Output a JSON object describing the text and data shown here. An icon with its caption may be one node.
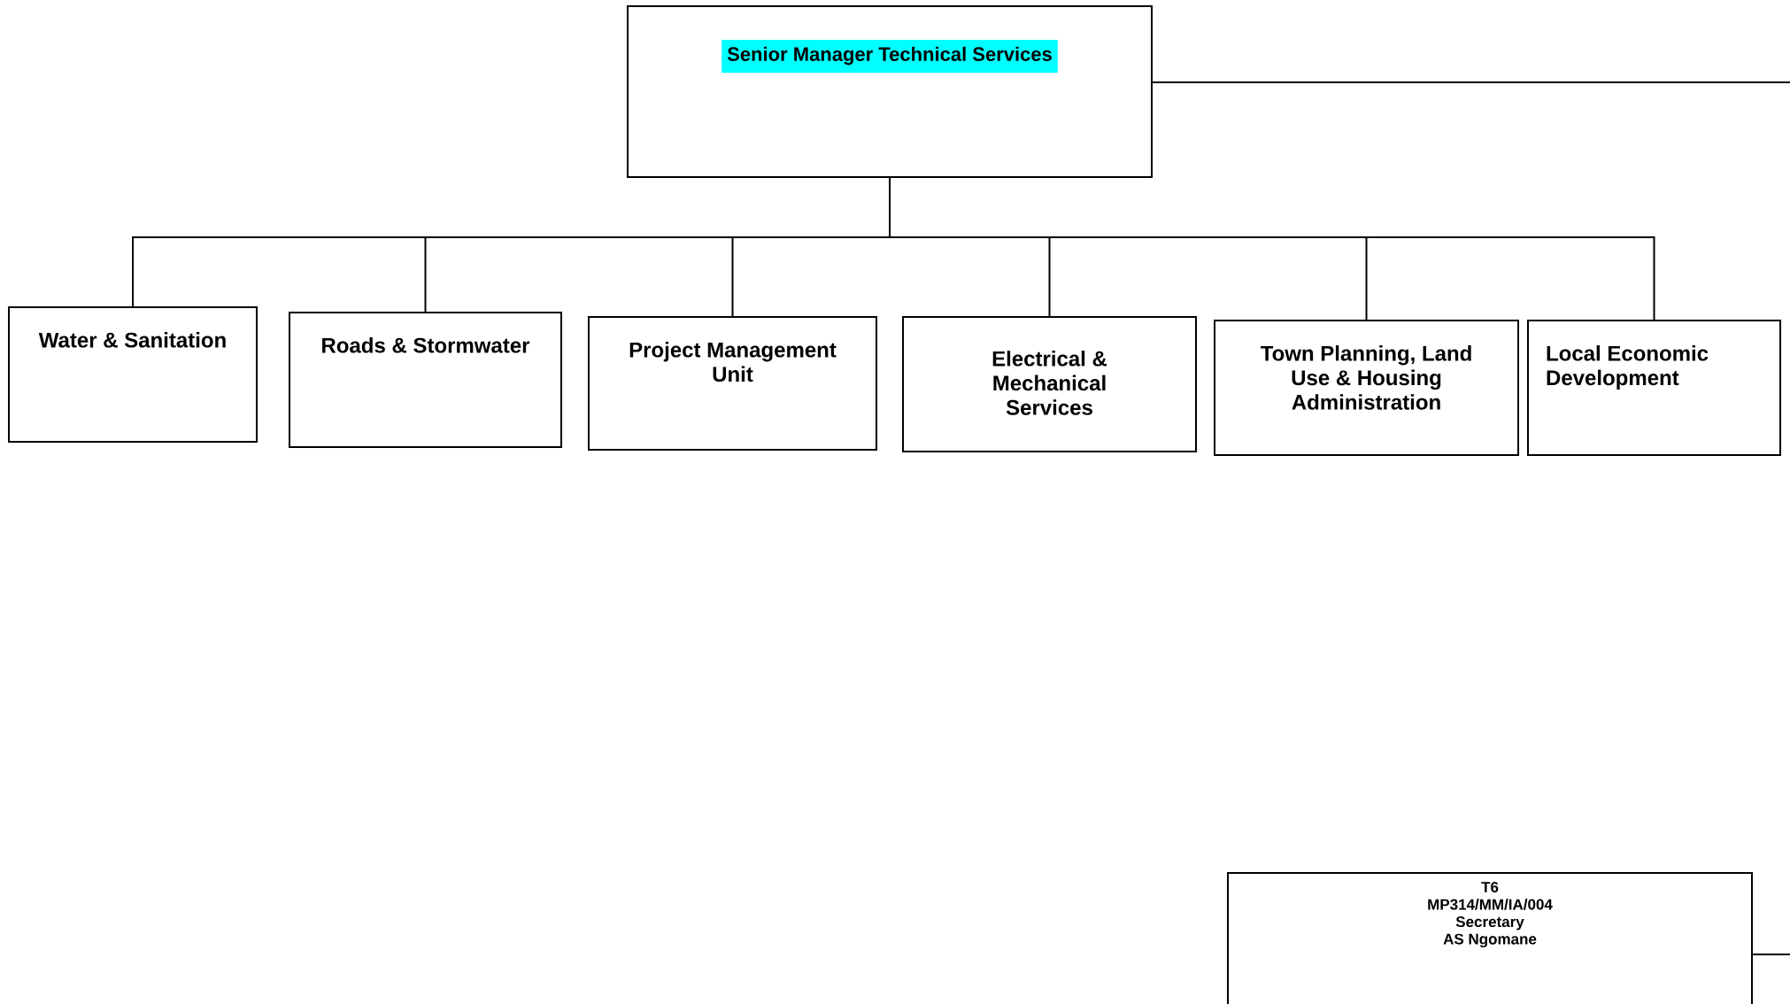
{
  "diagram": {
    "nodes": [
      {
        "text": [
          "Senior Manager Technical Services"
        ]
      },
      {
        "text": [
          "Water & Sanitation"
        ]
      },
      {
        "text": [
          "Roads & Stormwater"
        ]
      },
      {
        "text": [
          "Project Management Unit"
        ]
      },
      {
        "text": [
          "Electrical & Mechanical Services"
        ]
      },
      {
        "text": [
          "Town Planning, Land Use & Housing Administration"
        ]
      },
      {
        "text": [
          "Local Economic Development"
        ]
      },
      {
        "text": [
          "T6",
          "MP314/MM/IA/004",
          "Secretary",
          "AS Ngomane"
        ]
      }
    ],
    "edges": [
      {
        "from": 0,
        "to": null,
        "arrow": "none"
      },
      {
        "from": 0,
        "to": 1,
        "arrow": "none"
      },
      {
        "from": 0,
        "to": 2,
        "arrow": "none"
      },
      {
        "from": 0,
        "to": 3,
        "arrow": "none"
      },
      {
        "from": 0,
        "to": 4,
        "arrow": "none"
      },
      {
        "from": 0,
        "to": 5,
        "arrow": "none"
      },
      {
        "from": 0,
        "to": 6,
        "arrow": "none"
      },
      {
        "from": 7,
        "to": null,
        "arrow": "none"
      }
    ]
  }
}
